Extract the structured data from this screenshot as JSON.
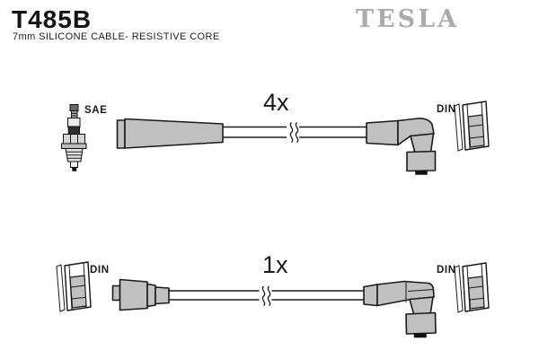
{
  "header": {
    "part_number": "T485B",
    "subtitle": "7mm SILICONE CABLE- RESISTIVE CORE",
    "brand": "TESLA"
  },
  "kits": {
    "top": {
      "quantity_label": "4x",
      "plug_standard_label": "SAE",
      "connector_label": "DIN"
    },
    "bottom": {
      "quantity_label": "1x",
      "connector_left_label": "DIN",
      "connector_right_label": "DIN"
    }
  },
  "icons": {
    "spark_plug": "spark-plug-icon",
    "straight_boot": "straight-boot-icon",
    "distributor_boot": "distributor-boot-icon",
    "elbow_boot": "elbow-boot-icon",
    "din_connector": "din-connector-icon",
    "cable_break": "cable-break-icon"
  },
  "colors": {
    "boot_gray": "#c0c0c0",
    "brand_gray": "#ababab",
    "line_black": "#1a1a1a"
  }
}
